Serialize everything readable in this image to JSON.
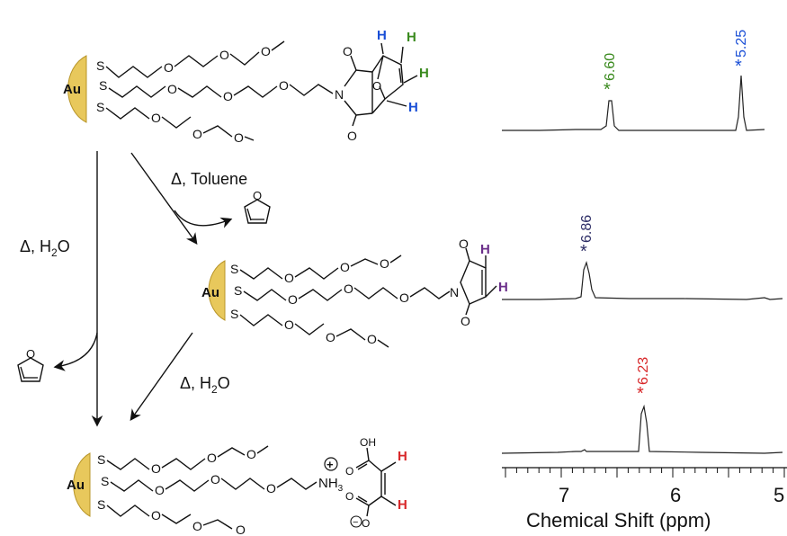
{
  "scheme": {
    "au_label": "Au",
    "s_label": "S",
    "o_label": "O",
    "n_label": "N",
    "h_label": "H",
    "oh_label": "OH",
    "nh3_label": "NH",
    "nh3_sub": "3",
    "plus_sign": "+",
    "minus_sign": "−",
    "step_toluene": "Δ, Toluene",
    "step_water_left_prefix": "Δ, H",
    "step_water_sub": "2",
    "step_water_suffix": "O",
    "step_water_right_prefix": "Δ, H"
  },
  "colors": {
    "gold": "#e8c85c",
    "gold_edge": "#b89528",
    "green": "#3a8a1e",
    "blue": "#1a4fd6",
    "purple": "#6b2f8a",
    "navy": "#2d2d66",
    "red": "#d8282a"
  },
  "nmr": {
    "xlabel": "Chemical Shift (ppm)",
    "tick_labels": [
      "7",
      "6",
      "5"
    ],
    "spectra": [
      {
        "name": "top",
        "peaks": [
          {
            "label": "6.60",
            "color": "#3a8a1e"
          },
          {
            "label": "5.25",
            "color": "#1a4fd6"
          }
        ]
      },
      {
        "name": "middle",
        "peaks": [
          {
            "label": "6.86",
            "color": "#2d2d66"
          }
        ]
      },
      {
        "name": "bottom",
        "peaks": [
          {
            "label": "6.23",
            "color": "#d8282a"
          }
        ]
      }
    ],
    "peak_marker": "*"
  }
}
